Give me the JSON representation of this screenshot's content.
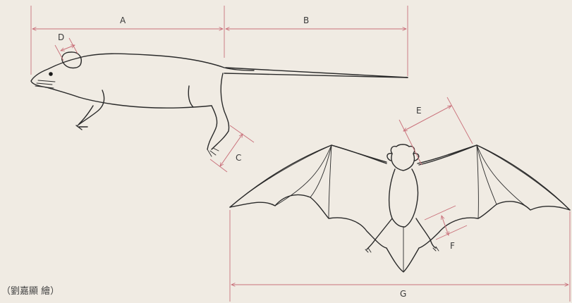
{
  "labels": {
    "A": "A",
    "B": "B",
    "C": "C",
    "D": "D",
    "E": "E",
    "F": "F",
    "G": "G"
  },
  "credit": "（劉嘉顯 繪）",
  "colors": {
    "background": "#f0ebe3",
    "dimension_line": "#c9707a",
    "ink": "#2a2a2a"
  }
}
